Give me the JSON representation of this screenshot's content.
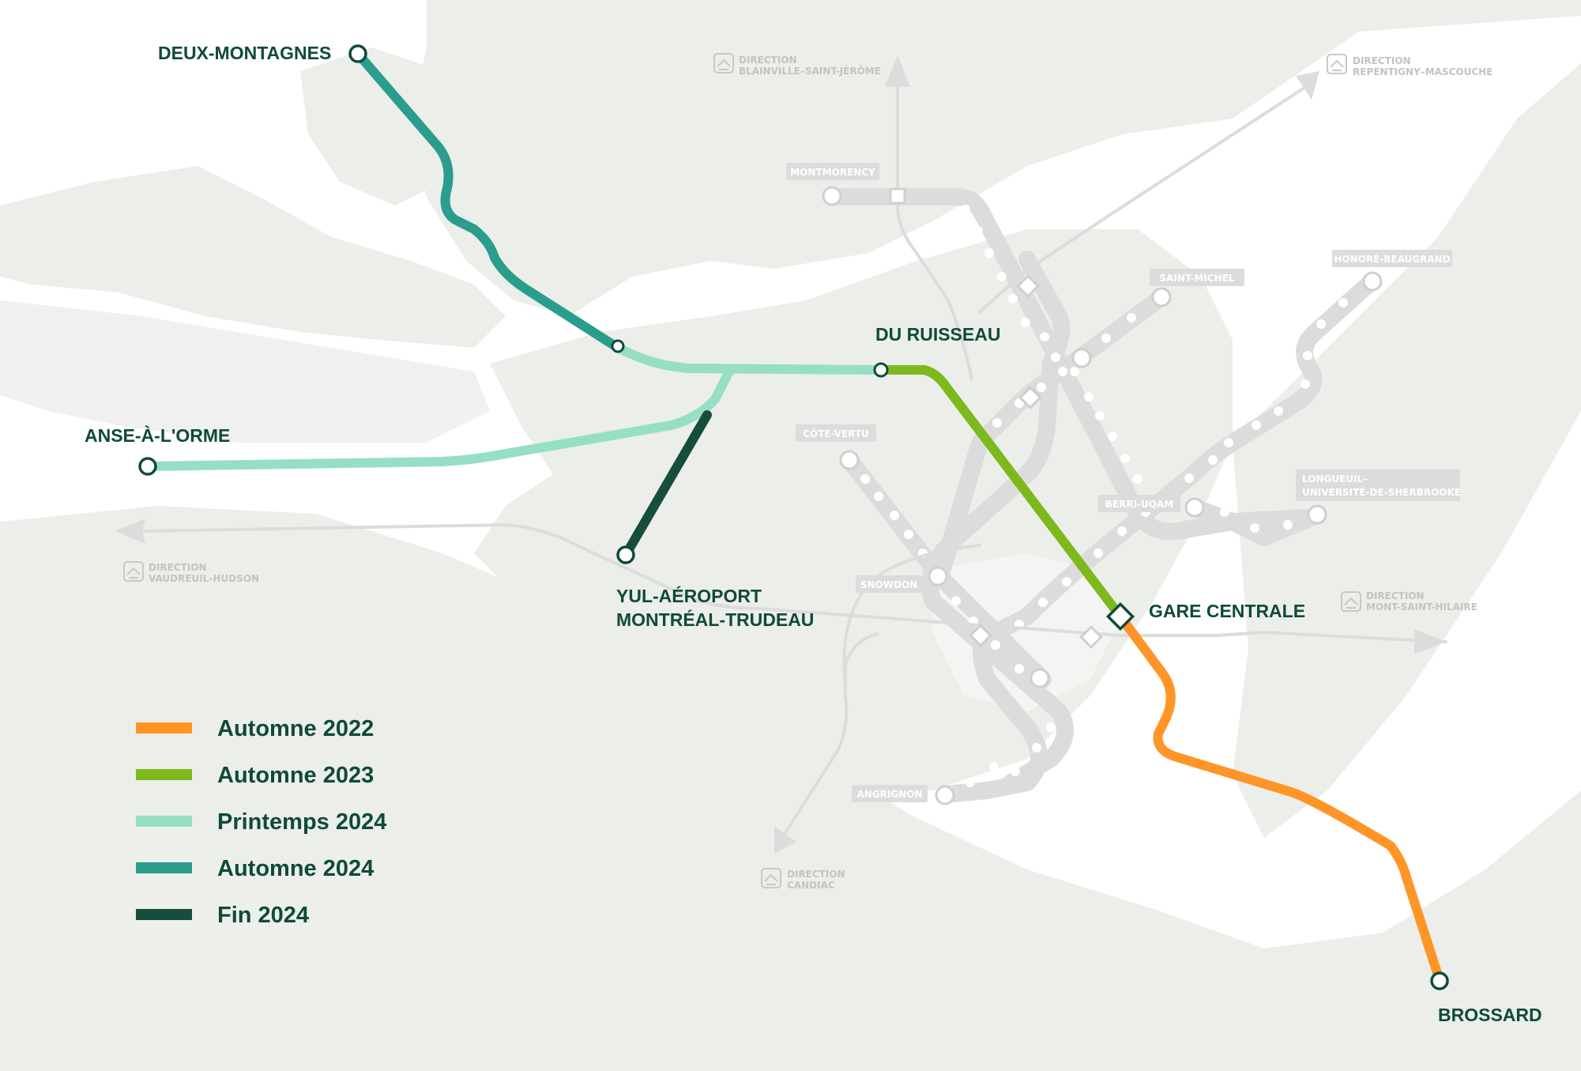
{
  "colors": {
    "land": "#eceeea",
    "metro": "#dcdcdc",
    "station_text": "#0f4a3a",
    "rem_lines": {
      "automne_2022": "#ff9526",
      "automne_2023": "#7db91c",
      "printemps_2024": "#96dfc4",
      "automne_2024": "#2a9d8c",
      "fin_2024": "#174d3c"
    }
  },
  "rem_stations": {
    "deux_montagnes": "DEUX-MONTAGNES",
    "anse_a_lorme": "ANSE-À-L'ORME",
    "du_ruisseau": "DU RUISSEAU",
    "yul_line1": "YUL-AÉROPORT",
    "yul_line2": "MONTRÉAL-TRUDEAU",
    "gare_centrale": "GARE CENTRALE",
    "brossard": "BROSSARD"
  },
  "metro_stations": {
    "montmorency": "MONTMORENCY",
    "saint_michel": "SAINT-MICHEL",
    "honore_beaugrand": "HONORÉ-BEAUGRAND",
    "cote_vertu": "CÔTE-VERTU",
    "berri_uqam": "BERRI-UQAM",
    "longueuil_1": "LONGUEUIL–",
    "longueuil_2": "UNIVERSITÉ-DE-SHERBROOKE",
    "snowdon": "SNOWDON",
    "angrignon": "ANGRIGNON"
  },
  "directions": {
    "blainville": {
      "word": "DIRECTION",
      "place": "BLAINVILLE–SAINT-JÉRÔME"
    },
    "repentigny": {
      "word": "DIRECTION",
      "place": "REPENTIGNY–MASCOUCHE"
    },
    "vaudreuil": {
      "word": "DIRECTION",
      "place": "VAUDREUIL-HUDSON"
    },
    "mont_saint_hilaire": {
      "word": "DIRECTION",
      "place": "MONT-SAINT-HILAIRE"
    },
    "candiac": {
      "word": "DIRECTION",
      "place": "CANDIAC"
    }
  },
  "legend": [
    {
      "label": "Automne 2022",
      "color": "#ff9526"
    },
    {
      "label": "Automne 2023",
      "color": "#7db91c"
    },
    {
      "label": "Printemps 2024",
      "color": "#96dfc4"
    },
    {
      "label": "Automne 2024",
      "color": "#2a9d8c"
    },
    {
      "label": "Fin 2024",
      "color": "#174d3c"
    }
  ]
}
